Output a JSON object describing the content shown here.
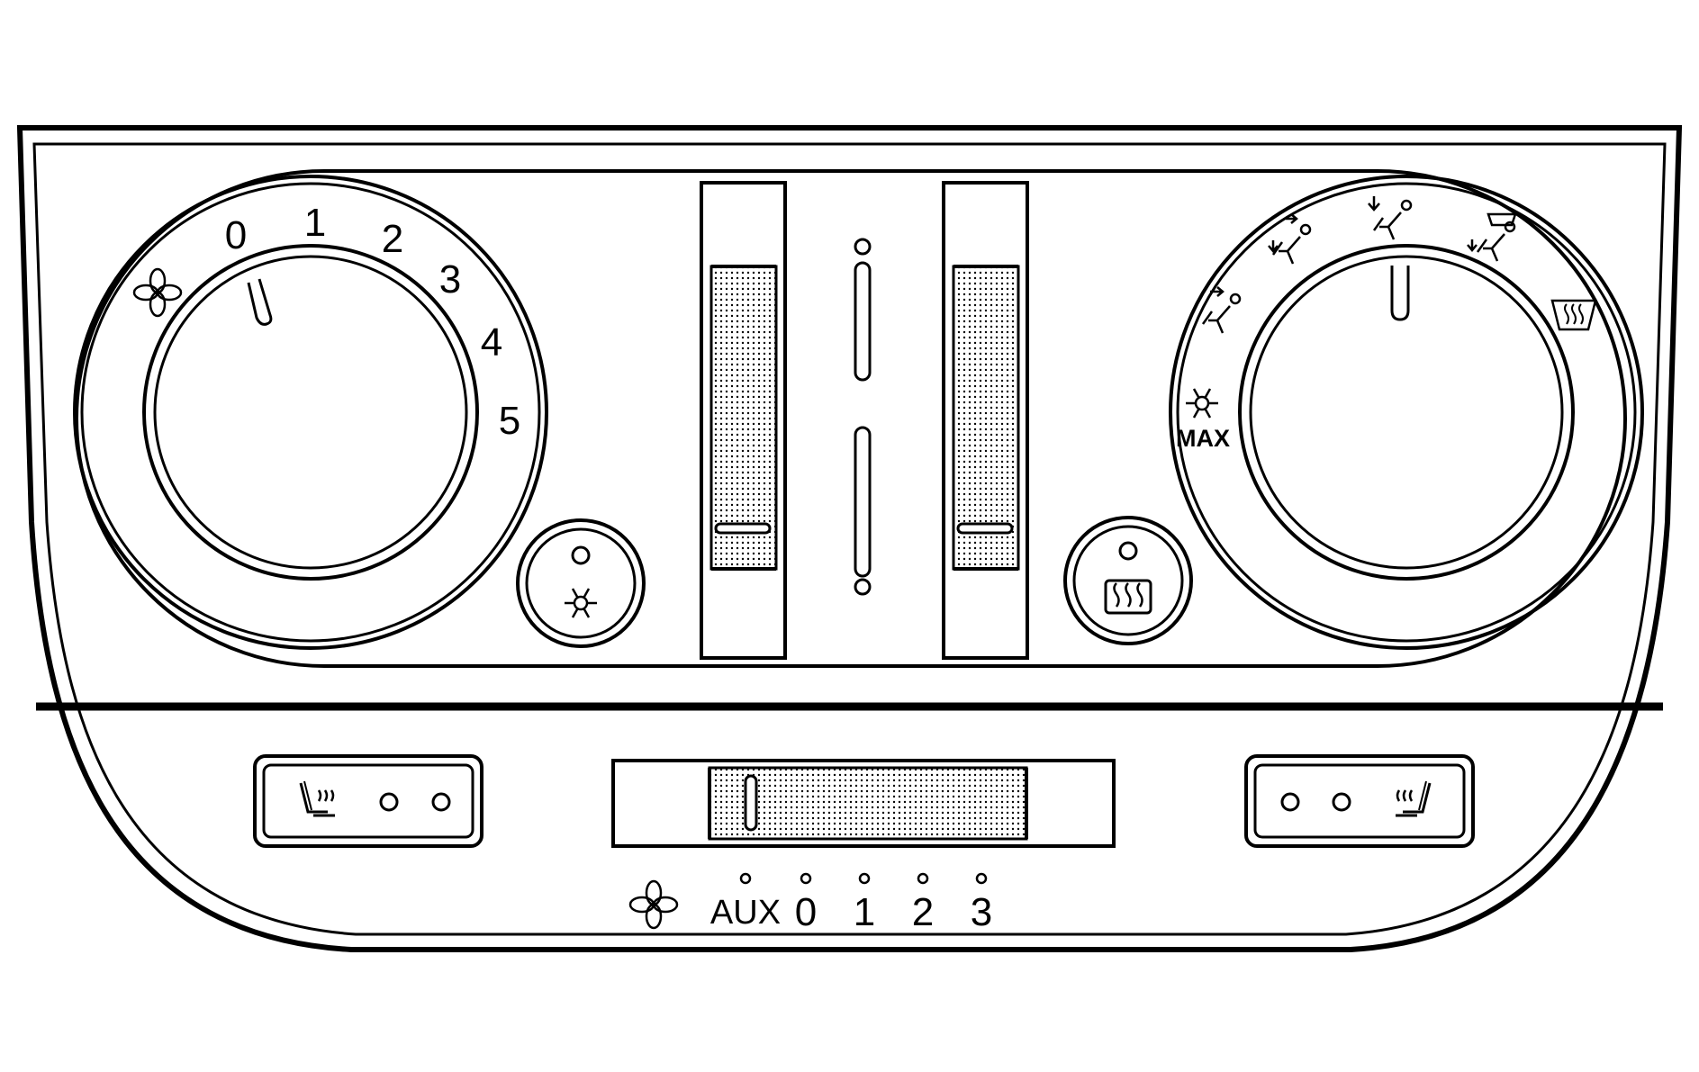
{
  "fan_dial": {
    "speeds": [
      "0",
      "1",
      "2",
      "3",
      "4",
      "5"
    ],
    "icon": "fan-icon"
  },
  "mode_dial": {
    "max_label": "MAX",
    "icons": [
      "vent-icon",
      "bi-level-icon",
      "floor-icon",
      "floor-defog-icon",
      "defrost-icon",
      "max-ac-icon"
    ]
  },
  "buttons": {
    "ac_icon": "snowflake-icon",
    "rear_defrost_icon": "rear-defrost-icon",
    "left_seat_icon": "heated-seat-icon",
    "right_seat_icon": "heated-seat-icon"
  },
  "aux_fan": {
    "positions": [
      "AUX",
      "0",
      "1",
      "2",
      "3"
    ],
    "icon": "fan-icon"
  },
  "colors": {
    "line": "#000000",
    "background": "#ffffff"
  }
}
